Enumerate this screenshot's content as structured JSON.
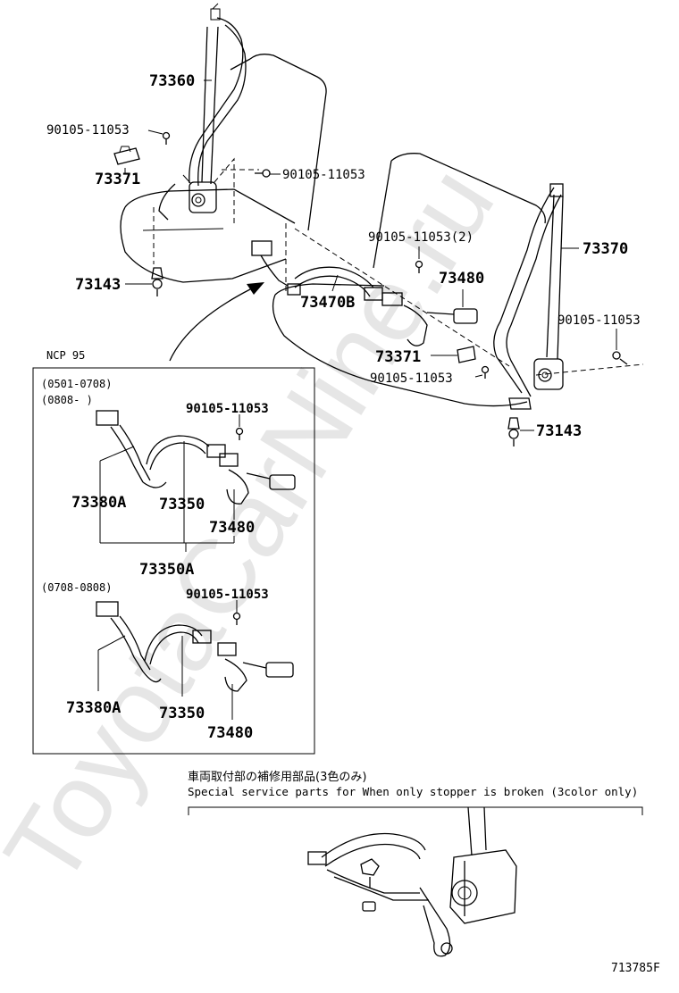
{
  "watermark": "ToyotaCarNine.ru",
  "main_callouts": {
    "p73360": "73360",
    "p90105_a": "90105-11053",
    "p73371_a": "73371",
    "p90105_b": "90105-11053",
    "p73143_a": "73143",
    "p90105_c": "90105-11053(2)",
    "p73470b": "73470B",
    "p73480_a": "73480",
    "p73370": "73370",
    "p90105_d": "90105-11053",
    "p73371_b": "73371",
    "p90105_e": "90105-11053",
    "p73143_b": "73143"
  },
  "inset": {
    "model": "NCP 95",
    "range1_a": "(0501-0708)",
    "range1_b": "(0808-       )",
    "range2": "(0708-0808)",
    "upper": {
      "bolt": "90105-11053",
      "p73380a": "73380A",
      "p73350": "73350",
      "p73480": "73480",
      "p73350a": "73350A"
    },
    "lower": {
      "bolt": "90105-11053",
      "p73380a": "73380A",
      "p73350": "73350",
      "p73480": "73480"
    }
  },
  "service_note": {
    "japanese": "車両取付部の補修用部品(3色のみ)",
    "english": "Special service parts for When only stopper is broken (3color only)"
  },
  "drawing_number": "713785F"
}
